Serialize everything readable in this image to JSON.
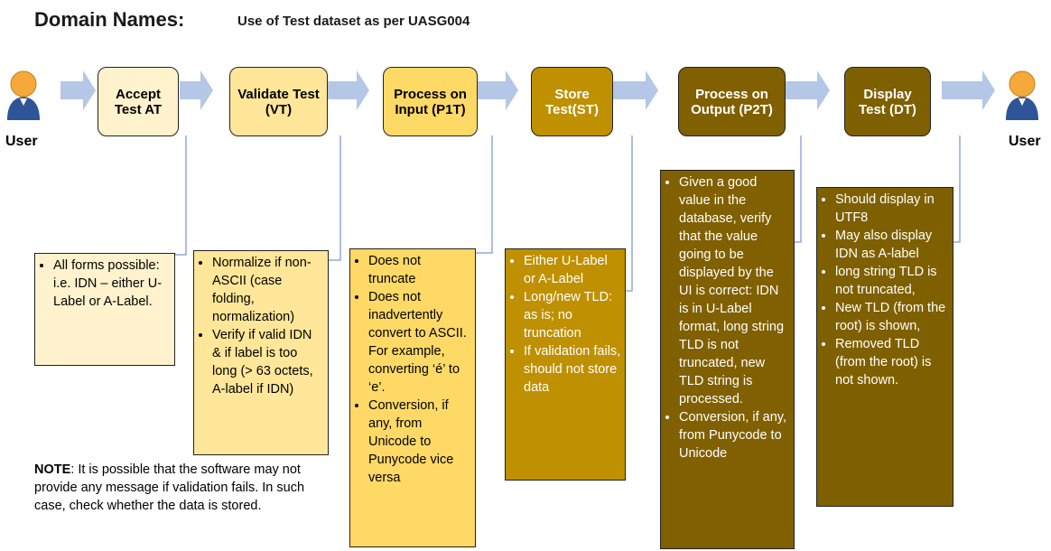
{
  "header": {
    "title": "Domain Names:",
    "subtitle": "Use of Test dataset as per UASG004"
  },
  "users": {
    "left_label": "User",
    "right_label": "User"
  },
  "stages": [
    {
      "name": "Accept Test AT"
    },
    {
      "name": "Validate Test (VT)"
    },
    {
      "name": "Process on Input (P1T)"
    },
    {
      "name": "Store Test(ST)"
    },
    {
      "name": "Process on Output (P2T)"
    },
    {
      "name": "Display Test (DT)"
    }
  ],
  "descriptions": [
    {
      "items": [
        "All forms possible: i.e. IDN – either U-Label or A-Label."
      ]
    },
    {
      "items": [
        "Normalize if non-ASCII (case folding, normalization)",
        "Verify if valid IDN & if label is too long (> 63 octets, A-label if IDN)"
      ]
    },
    {
      "items": [
        "Does not truncate",
        "Does not inadvertently convert to ASCII. For example, converting ‘é’ to ‘e’.",
        "Conversion, if any, from Unicode to Punycode vice versa"
      ]
    },
    {
      "items": [
        "Either U-Label or A-Label",
        "Long/new TLD: as is; no truncation",
        "If validation fails, should not store data"
      ]
    },
    {
      "items": [
        "Given a good value in the database, verify that the value going to be displayed by the UI is correct: IDN is in U-Label format, long string TLD is not truncated, new TLD string is processed.",
        "Conversion, if any, from Punycode to Unicode"
      ]
    },
    {
      "items": [
        "Should display in UTF8",
        "May also display IDN as A-label",
        "long string TLD is not truncated,",
        "New TLD (from the root) is shown,",
        "Removed TLD (from the root) is not shown."
      ]
    }
  ],
  "note": {
    "label": "NOTE",
    "text": ": It is possible that the software may not provide any message if validation fails. In such case, check whether the data is stored."
  },
  "colors": {
    "arrow": "#b4c7e7",
    "connector": "#8faadc",
    "stage_fills": [
      "#fff2cc",
      "#ffe699",
      "#ffd966",
      "#bf9000",
      "#806000",
      "#7f6000"
    ],
    "desc_fills": [
      "#fff2cc",
      "#ffe699",
      "#ffd966",
      "#bf9000",
      "#806000",
      "#7f6000"
    ],
    "user_head": "#f4a93a",
    "user_body": "#2e5597"
  }
}
